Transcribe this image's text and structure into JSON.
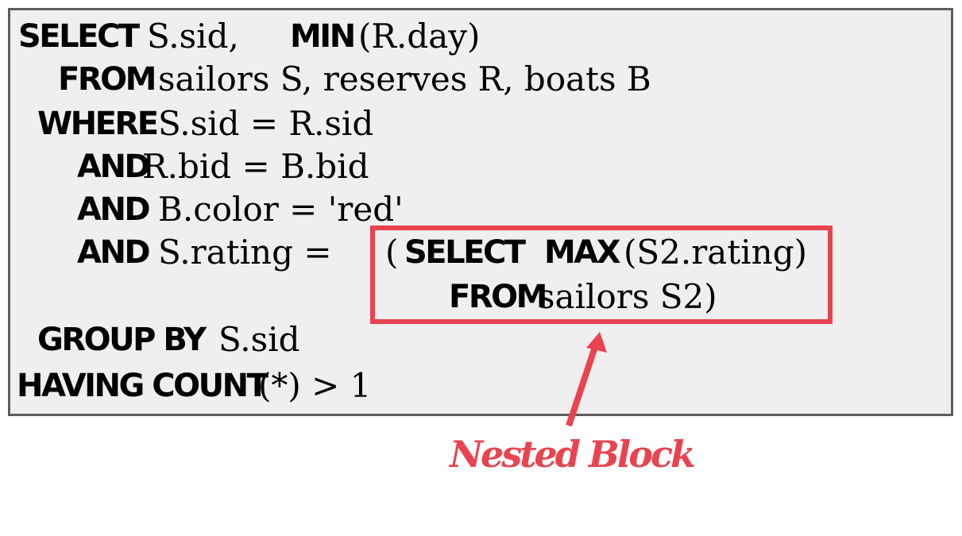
{
  "query": {
    "l1": {
      "kw1": "SELECT",
      "code1": "S.sid,",
      "kw2": "MIN",
      "code2": "(R.day)"
    },
    "l2": {
      "kw": "FROM",
      "code": "sailors S, reserves R, boats B"
    },
    "l3": {
      "kw": "WHERE",
      "code": "S.sid = R.sid"
    },
    "l4": {
      "kw": "AND",
      "code": "R.bid = B.bid"
    },
    "l5": {
      "kw": "AND",
      "code": "B.color = 'red'"
    },
    "l6": {
      "kw": "AND",
      "code": "S.rating ="
    },
    "nested": {
      "open": "(",
      "kw1": "SELECT",
      "kw2": "MAX",
      "code1": "(S2.rating)",
      "kw3": "FROM",
      "code2": "sailors S2)"
    },
    "l7": {
      "kw": "GROUP BY",
      "code": "S.sid"
    },
    "l8": {
      "kw": "HAVING COUNT",
      "code": "(*) > 1"
    }
  },
  "annotation": {
    "label": "Nested Block",
    "color": "#e8434f"
  }
}
